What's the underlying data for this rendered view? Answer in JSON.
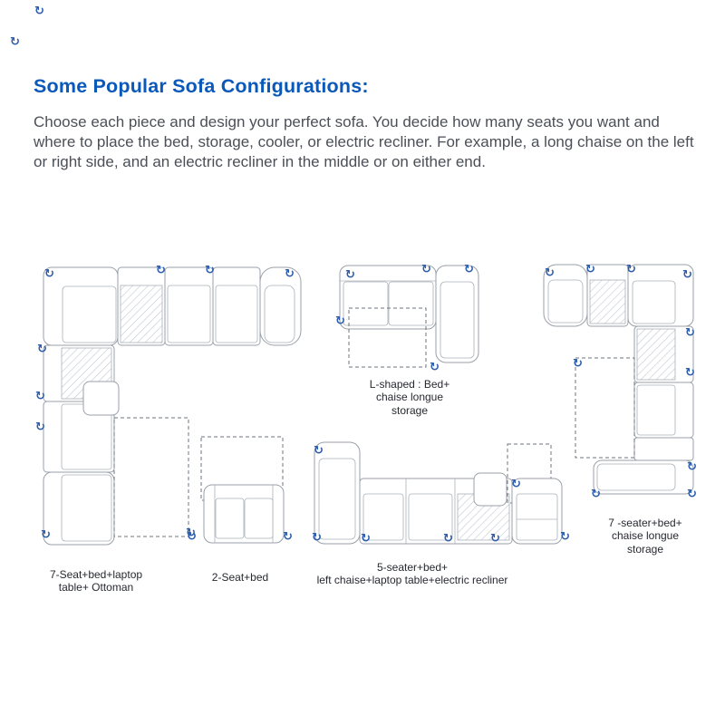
{
  "page": {
    "title": "Some Popular Sofa Configurations:",
    "intro": "Choose each piece and design your perfect sofa. You decide how many seats you want and where to place the bed, storage, cooler, or electric recliner. For example, a long chaise on the left or right side, and an electric recliner in the middle or on either end."
  },
  "icons": {
    "rotate": "↻"
  },
  "colors": {
    "heading": "#0a58b9",
    "body_text": "#4b4f57",
    "drawing_outline": "#9aa0a8",
    "rotate_icon": "#2c5cab"
  },
  "configs": [
    {
      "name": "7-seat-bed-laptop-table-ottoman",
      "label_lines": [
        "7-Seat+bed+laptop",
        "table+ Ottoman",
        ""
      ]
    },
    {
      "name": "2-seat-bed",
      "label_lines": [
        "2-Seat+bed",
        "",
        ""
      ]
    },
    {
      "name": "5-seater-bed-left-chaise-laptop-table-electric-recliner",
      "label_lines": [
        "5-seater+bed+",
        "left chaise+laptop table+electric recliner",
        ""
      ]
    },
    {
      "name": "l-shaped-bed-chaise-longue-storage",
      "label_lines": [
        "L-shaped : Bed+",
        "chaise longue",
        "storage"
      ]
    },
    {
      "name": "7-seater-bed-chaise-longue-storage",
      "label_lines": [
        "7 -seater+bed+",
        "chaise longue",
        "storage"
      ]
    }
  ]
}
